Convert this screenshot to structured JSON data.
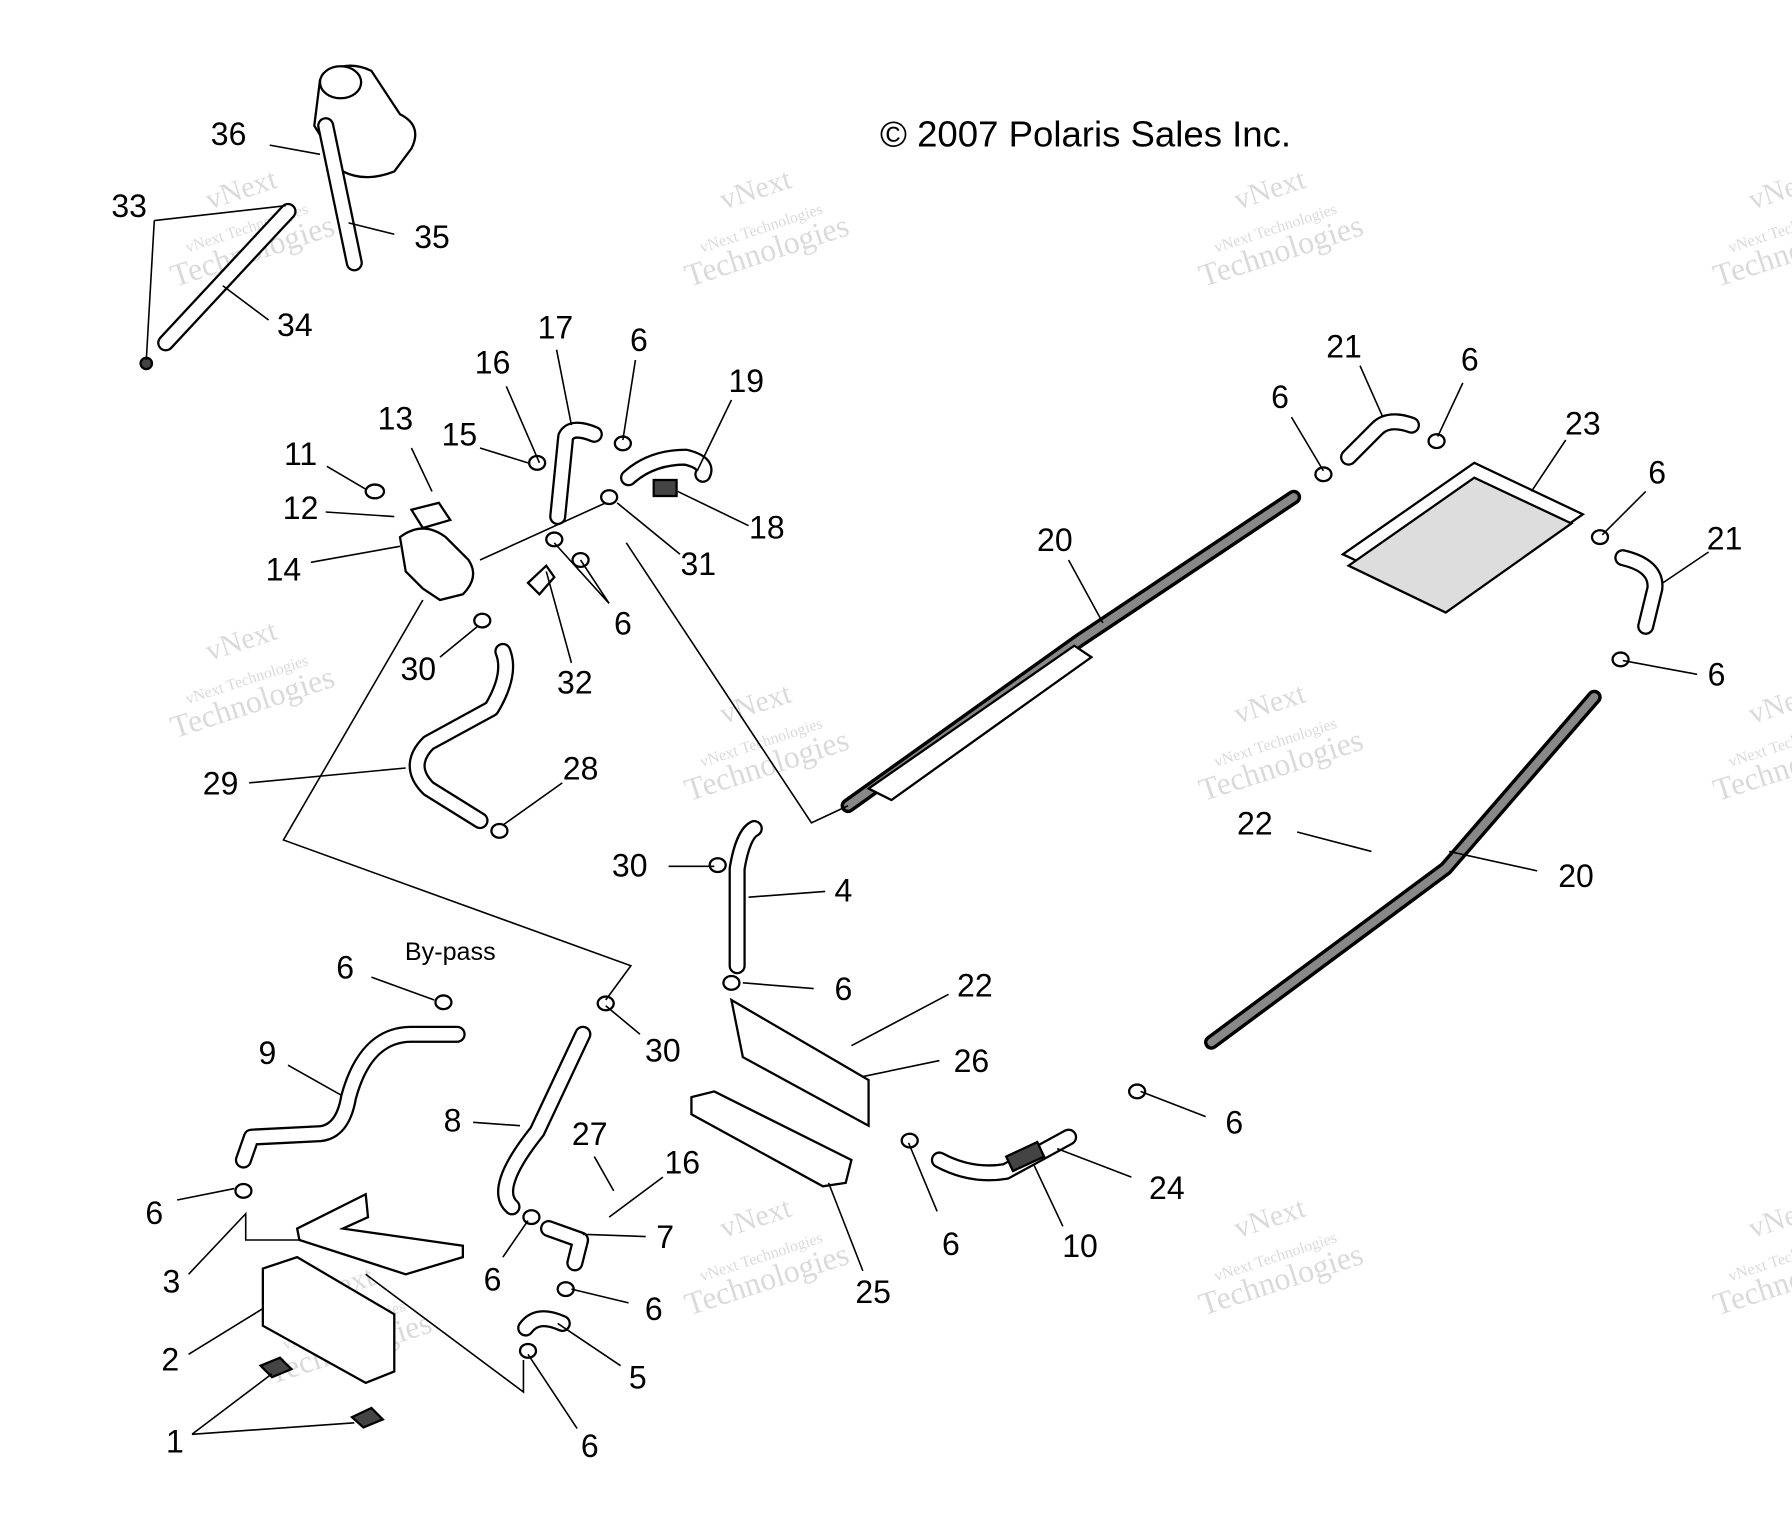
{
  "copyright": "© 2007 Polaris Sales Inc.",
  "watermark": {
    "line1": "vNext",
    "line2": "vNext Technologies",
    "line3": "Technologies"
  },
  "bypass_label": "By-pass",
  "callouts": [
    "36",
    "33",
    "35",
    "34",
    "17",
    "6",
    "16",
    "19",
    "13",
    "15",
    "11",
    "18",
    "12",
    "31",
    "14",
    "6",
    "30",
    "32",
    "29",
    "28",
    "30",
    "4",
    "6",
    "6",
    "22",
    "30",
    "26",
    "9",
    "8",
    "27",
    "16",
    "6",
    "24",
    "7",
    "6",
    "3",
    "6",
    "6",
    "10",
    "25",
    "6",
    "2",
    "5",
    "1",
    "6",
    "21",
    "6",
    "6",
    "23",
    "6",
    "20",
    "21",
    "6",
    "22",
    "20"
  ]
}
